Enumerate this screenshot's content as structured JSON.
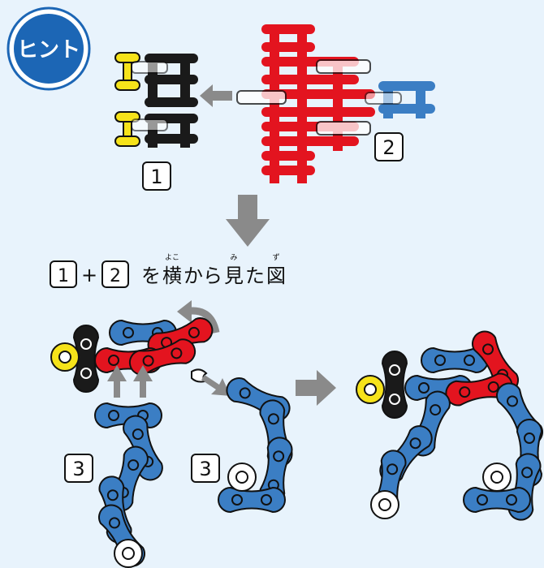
{
  "hint_badge": {
    "label": "ヒント",
    "fill": "#1c66b5"
  },
  "step_labels": {
    "one": "1",
    "two": "2",
    "three_left": "3",
    "three_right": "3"
  },
  "caption": {
    "n1": "1",
    "plus": "+",
    "n2": "2",
    "text_before": "を",
    "kanji_yoko": "横",
    "text_mid": "から",
    "kanji_mi": "見",
    "text_after": "た",
    "kanji_zu": "図",
    "ruby_yoko": "よこ",
    "ruby_mi": "み",
    "ruby_zu": "ず"
  },
  "colors": {
    "red": "#e3141f",
    "blue": "#3b7ec4",
    "yellow": "#f6e31a",
    "black": "#1a1a1a",
    "white": "#ffffff",
    "arrow_gray": "#8a8a8a",
    "background": "#e8f3fc"
  }
}
